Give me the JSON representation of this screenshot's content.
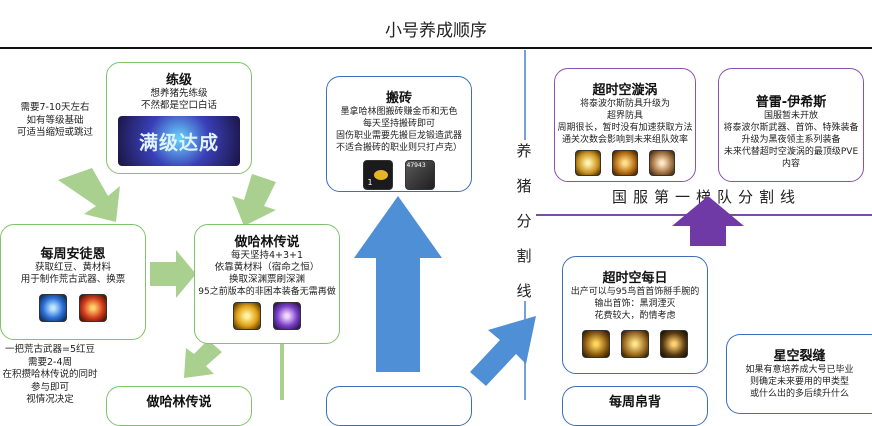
{
  "page_title": "小号养成顺序",
  "left_note_top": [
    "需要7-10天左右",
    "如有等级基础",
    "可适当缩短或跳过"
  ],
  "left_note_bottom": [
    "一把荒古武器=5红豆",
    "需要2-4周",
    "在积攒哈林传说的同时",
    "参与即可",
    "视情况决定"
  ],
  "boxes": {
    "leveling": {
      "title": "练级",
      "lines": [
        "想养猪先练级",
        "不然都是空口白话"
      ],
      "banner": "满级达成"
    },
    "weekly_antuen": {
      "title": "每周安徒恩",
      "lines": [
        "获取红豆、黄材料",
        "用于制作荒古武器、换票"
      ]
    },
    "hazlin_legend": {
      "title": "做哈林传说",
      "lines": [
        "每天坚持4+3+1",
        "依靠黄材料（宿命之恒）",
        "换取深渊票刷深渊",
        "95之前版本的非困本装备无需再做"
      ]
    },
    "hazlin_legend_2": {
      "title": "做哈林传说"
    },
    "brick_moving": {
      "title": "搬砖",
      "lines": [
        "墨拿哈林图搬砖赚金币和无色",
        "每天坚持搬砖即可",
        "固伤职业需要先搬巨龙锻造武器",
        "不适合搬砖的职业则只打卢克）"
      ],
      "badge_text": "1",
      "badge_text_2": "47943"
    },
    "time_vortex": {
      "title": "超时空漩涡",
      "lines": [
        "将泰波尔斯防具升级为",
        "超界防具",
        "周期很长，暂时没有加速获取方法",
        "通关次数会影响到未来组队效率"
      ]
    },
    "purgatory": {
      "title": "普雷-伊希斯",
      "lines": [
        "国服暂未开放",
        "将泰波尔斯武器、首饰、特殊装备",
        "升级为黑夜领主系列装备",
        "未来代替超时空漩涡的最顶级PVE",
        "内容"
      ]
    },
    "time_daily": {
      "title": "超时空每日",
      "lines": [
        "出产可以与95鸟首首饰掰手腕的",
        "输出首饰：黑洞湮灭",
        "花费较大，酌情考虑"
      ]
    },
    "star_rift": {
      "title": "星空裂缝",
      "lines": [
        "如果有意培养成大号已毕业",
        "则确定未来要用的甲类型",
        "或什么出的多后续升什么"
      ]
    },
    "weekly_bottom": {
      "title": "每周帛背"
    }
  },
  "vertical_label": [
    "养",
    "猪",
    "分",
    "割",
    "线"
  ],
  "tier_line_label": "国服第一梯队分割线",
  "colors": {
    "green": "#7fc46b",
    "green_arrow": "#a9d08e",
    "blue": "#3d6fb8",
    "blue_arrow": "#4f8fd6",
    "purple": "#8a52b0",
    "purple_arrow": "#6f3aa6"
  }
}
